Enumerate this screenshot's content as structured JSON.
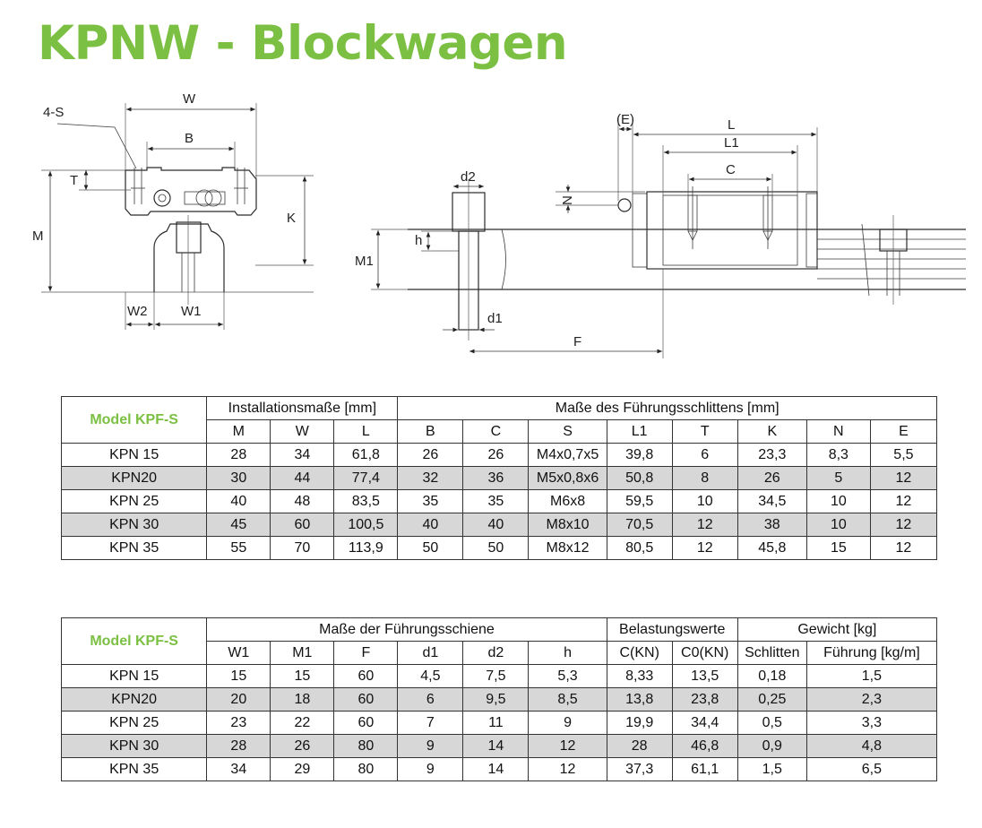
{
  "title": "KPNW - Blockwagen",
  "accent_color": "#7bc043",
  "drawing_labels": {
    "four_s": "4-S",
    "w": "W",
    "b": "B",
    "t": "T",
    "m": "M",
    "k": "K",
    "w2": "W2",
    "w1": "W1",
    "d2": "d2",
    "h": "h",
    "m1": "M1",
    "d1": "d1",
    "f": "F",
    "n": "N",
    "e": "(E)",
    "l": "L",
    "l1": "L1",
    "c": "C"
  },
  "table1": {
    "model_header": "Model KPF-S",
    "group_headers": [
      "Installationsmaße [mm]",
      "Maße des Führungsschlittens [mm]"
    ],
    "columns": [
      "M",
      "W",
      "L",
      "B",
      "C",
      "S",
      "L1",
      "T",
      "K",
      "N",
      "E"
    ],
    "rows": [
      [
        "KPN 15",
        "28",
        "34",
        "61,8",
        "26",
        "26",
        "M4x0,7x5",
        "39,8",
        "6",
        "23,3",
        "8,3",
        "5,5"
      ],
      [
        "KPN20",
        "30",
        "44",
        "77,4",
        "32",
        "36",
        "M5x0,8x6",
        "50,8",
        "8",
        "26",
        "5",
        "12"
      ],
      [
        "KPN 25",
        "40",
        "48",
        "83,5",
        "35",
        "35",
        "M6x8",
        "59,5",
        "10",
        "34,5",
        "10",
        "12"
      ],
      [
        "KPN 30",
        "45",
        "60",
        "100,5",
        "40",
        "40",
        "M8x10",
        "70,5",
        "12",
        "38",
        "10",
        "12"
      ],
      [
        "KPN 35",
        "55",
        "70",
        "113,9",
        "50",
        "50",
        "M8x12",
        "80,5",
        "12",
        "45,8",
        "15",
        "12"
      ]
    ]
  },
  "table2": {
    "model_header": "Model KPF-S",
    "group_headers": [
      "Maße der Führungsschiene",
      "Belastungswerte",
      "Gewicht [kg]"
    ],
    "columns": [
      "W1",
      "M1",
      "F",
      "d1",
      "d2",
      "h",
      "C(KN)",
      "C0(KN)",
      "Schlitten",
      "Führung [kg/m]"
    ],
    "rows": [
      [
        "KPN 15",
        "15",
        "15",
        "60",
        "4,5",
        "7,5",
        "5,3",
        "8,33",
        "13,5",
        "0,18",
        "1,5"
      ],
      [
        "KPN20",
        "20",
        "18",
        "60",
        "6",
        "9,5",
        "8,5",
        "13,8",
        "23,8",
        "0,25",
        "2,3"
      ],
      [
        "KPN 25",
        "23",
        "22",
        "60",
        "7",
        "11",
        "9",
        "19,9",
        "34,4",
        "0,5",
        "3,3"
      ],
      [
        "KPN 30",
        "28",
        "26",
        "80",
        "9",
        "14",
        "12",
        "28",
        "46,8",
        "0,9",
        "4,8"
      ],
      [
        "KPN 35",
        "34",
        "29",
        "80",
        "9",
        "14",
        "12",
        "37,3",
        "61,1",
        "1,5",
        "6,5"
      ]
    ]
  }
}
